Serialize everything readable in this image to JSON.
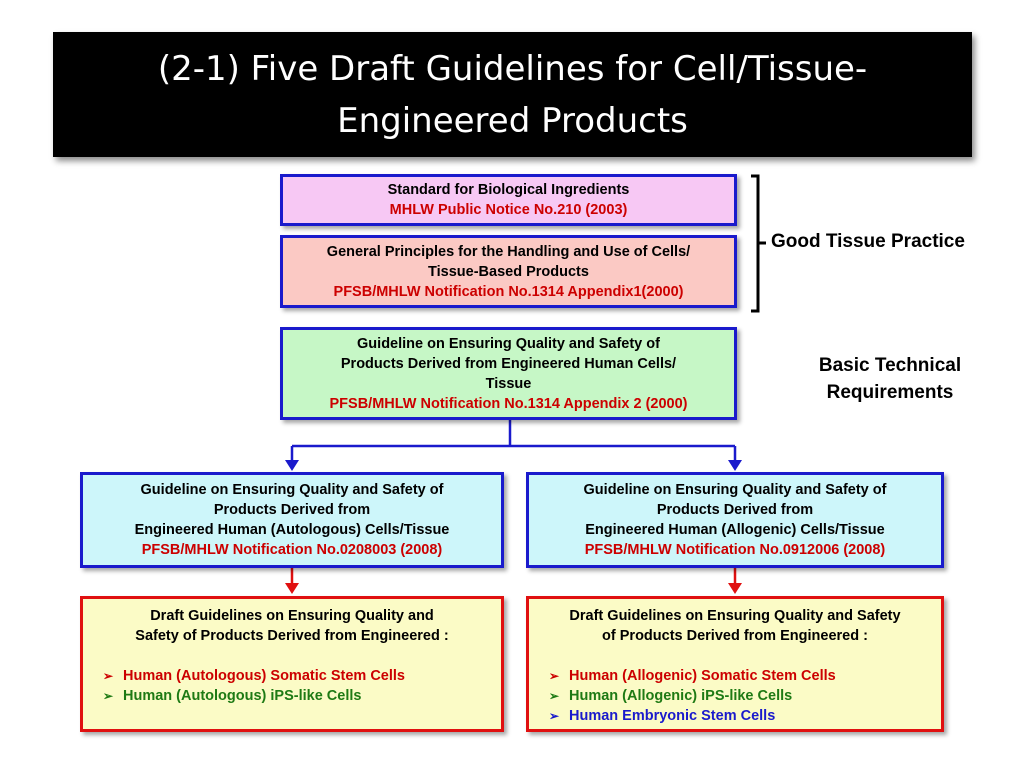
{
  "title": {
    "line1": "(2-1) Five Draft Guidelines for Cell/Tissue-",
    "line2": "Engineered Products"
  },
  "box1": {
    "line1": "Standard for Biological Ingredients",
    "line2": "MHLW Public Notice No.210 (2003)"
  },
  "box2": {
    "line1": "General Principles for the Handling and Use of Cells/",
    "line2": "Tissue-Based Products",
    "line3": "PFSB/MHLW Notification No.1314 Appendix1(2000)"
  },
  "gtp_label": "Good Tissue Practice",
  "box3": {
    "line1": "Guideline on Ensuring Quality and Safety of",
    "line2": "Products Derived from Engineered Human Cells/",
    "line3": "Tissue",
    "line4": "PFSB/MHLW Notification No.1314 Appendix 2 (2000)"
  },
  "btr_label": {
    "line1": "Basic Technical",
    "line2": "Requirements"
  },
  "box4": {
    "line1": "Guideline on Ensuring Quality and Safety of",
    "line2": "Products Derived from",
    "line3": "Engineered Human (Autologous) Cells/Tissue",
    "line4": "PFSB/MHLW Notification No.0208003 (2008)"
  },
  "box5": {
    "line1": "Guideline on Ensuring Quality and Safety of",
    "line2": "Products Derived from",
    "line3": "Engineered Human (Allogenic) Cells/Tissue",
    "line4": "PFSB/MHLW Notification No.0912006 (2008)"
  },
  "box6": {
    "line1": "Draft Guidelines on Ensuring Quality and",
    "line2": "Safety of Products Derived from Engineered :",
    "items": [
      "Human (Autologous) Somatic Stem Cells",
      "Human (Autologous) iPS-like Cells"
    ]
  },
  "box7": {
    "line1": "Draft Guidelines on Ensuring Quality and Safety",
    "line2": "of Products Derived from Engineered :",
    "items": [
      "Human  (Allogenic) Somatic Stem Cells",
      "Human  (Allogenic) iPS-like Cells",
      "Human  Embryonic Stem Cells"
    ]
  },
  "bullet_marker": "➢",
  "colors": {
    "pink": "#f7c8f4",
    "salmon": "#fbc9c4",
    "green_fill": "#c6f7c6",
    "cyan_fill": "#cdf6fa",
    "yellow_fill": "#fbfbc6",
    "blue_border": "#1a1acc",
    "red_border": "#e01010",
    "red_text": "#cc0000",
    "green_text": "#1e7a14"
  }
}
